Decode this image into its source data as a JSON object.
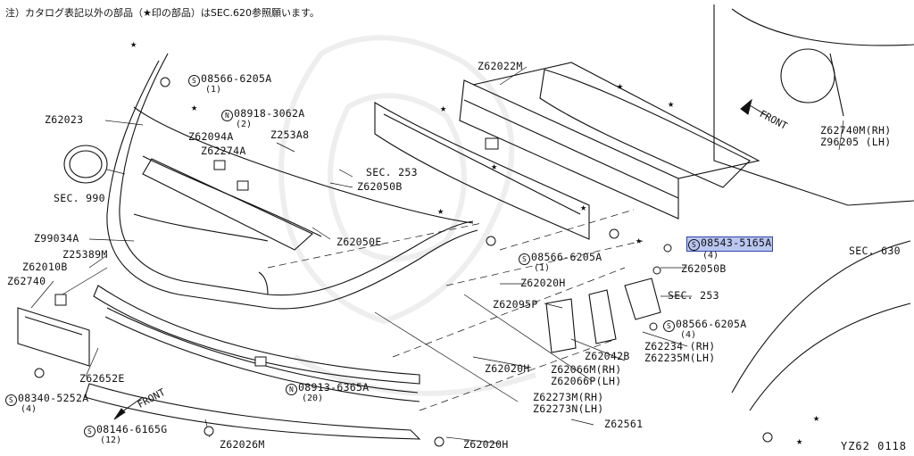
{
  "note": "注）カタログ表記以外の部品（★印の部品）はSEC.620参照願います。",
  "diagram_code": "YZ62  0118",
  "front_labels": [
    "FRONT",
    "FRONT"
  ],
  "highlight_color": "#b9c6f0",
  "labels": [
    {
      "id": "z62023",
      "text": "Z62023"
    },
    {
      "id": "sec990",
      "text": "SEC. 990"
    },
    {
      "id": "z62094a",
      "text": "Z62094A"
    },
    {
      "id": "z62274a",
      "text": "Z62274A"
    },
    {
      "id": "z253a8",
      "text": "Z253A8"
    },
    {
      "id": "z62022m",
      "text": "Z62022M"
    },
    {
      "id": "sec253a",
      "text": "SEC. 253"
    },
    {
      "id": "z62050b_a",
      "text": "Z62050B"
    },
    {
      "id": "z62050e",
      "text": "Z62050E"
    },
    {
      "id": "z99034a",
      "text": "Z99034A"
    },
    {
      "id": "z25389m",
      "text": "Z25389M"
    },
    {
      "id": "z62010b",
      "text": "Z62010B"
    },
    {
      "id": "z62740",
      "text": "Z62740"
    },
    {
      "id": "z62652e",
      "text": "Z62652E"
    },
    {
      "id": "z62020h_a",
      "text": "Z62020H"
    },
    {
      "id": "z62095p",
      "text": "Z62095P"
    },
    {
      "id": "z62042b",
      "text": "Z62042B"
    },
    {
      "id": "z62020h_b",
      "text": "Z62020H"
    },
    {
      "id": "z62066m",
      "text": "Z62066M(RH)"
    },
    {
      "id": "z62066p",
      "text": "Z62066P(LH)"
    },
    {
      "id": "z62273m",
      "text": "Z62273M(RH)"
    },
    {
      "id": "z62273n",
      "text": "Z62273N(LH)"
    },
    {
      "id": "z62561",
      "text": "Z62561"
    },
    {
      "id": "z62020h_c",
      "text": "Z62020H"
    },
    {
      "id": "z62026m",
      "text": "Z62026M"
    },
    {
      "id": "z62050b_b",
      "text": "Z62050B"
    },
    {
      "id": "sec253b",
      "text": "SEC. 253"
    },
    {
      "id": "z62234",
      "text": "Z62234 (RH)"
    },
    {
      "id": "z62235m",
      "text": "Z62235M(LH)"
    },
    {
      "id": "z62740m",
      "text": "Z62740M(RH)"
    },
    {
      "id": "z96205",
      "text": "Z96205  (LH)"
    },
    {
      "id": "sec630",
      "text": "SEC. 630"
    }
  ],
  "fasteners": [
    {
      "id": "f08566a",
      "prefix": "S",
      "text": "08566-6205A",
      "qty": "(1)"
    },
    {
      "id": "f08918",
      "prefix": "N",
      "text": "08918-3062A",
      "qty": "(2)"
    },
    {
      "id": "f08566b",
      "prefix": "S",
      "text": "08566-6205A",
      "qty": "(1)"
    },
    {
      "id": "f08543",
      "prefix": "S",
      "text": "08543-5165A",
      "qty": "(4)"
    },
    {
      "id": "f08566c",
      "prefix": "S",
      "text": "08566-6205A",
      "qty": "(4)"
    },
    {
      "id": "f08913",
      "prefix": "N",
      "text": "08913-6365A",
      "qty": "(20)"
    },
    {
      "id": "f08340",
      "prefix": "S",
      "text": "08340-5252A",
      "qty": "(4)"
    },
    {
      "id": "f08146",
      "prefix": "S",
      "text": "08146-6165G",
      "qty": "(12)"
    }
  ],
  "star_symbol": "★"
}
